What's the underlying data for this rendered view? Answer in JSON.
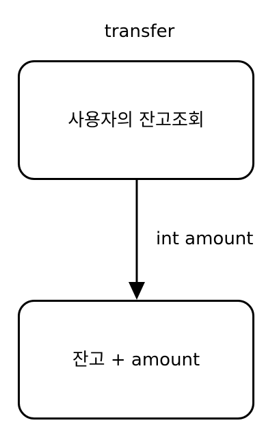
{
  "diagram": {
    "title": "transfer",
    "nodes": [
      {
        "id": "query-balance",
        "label": "사용자의 잔고조회"
      },
      {
        "id": "add-amount",
        "label": "잔고 + amount"
      }
    ],
    "edges": [
      {
        "from": "query-balance",
        "to": "add-amount",
        "label": "int amount"
      }
    ]
  }
}
